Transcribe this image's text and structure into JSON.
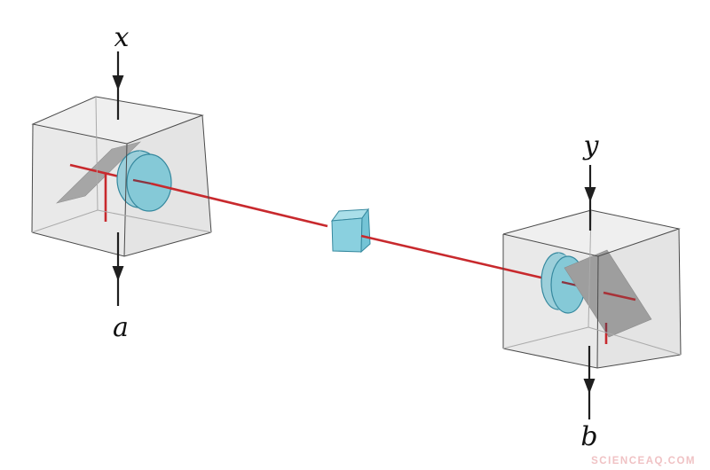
{
  "figure": {
    "kind": "two-analyzer entanglement experiment diagram",
    "labels": {
      "left_input": "x",
      "left_output": "a",
      "right_input": "y",
      "right_output": "b"
    },
    "watermark": "SCIENCEAQ.COM",
    "components": {
      "left_box": "left analyzer box with tilted gray plate and cyan disc",
      "source": "cyan source cube emitting red beam",
      "right_box": "right analyzer box with cyan disc and tilted gray plate"
    },
    "colors": {
      "beam_red": "#c8292d",
      "beam_dark_red": "#8c3440",
      "device_cyan": "#85c9d7",
      "cyan_stroke": "#35889e",
      "box_fill": "#e9e9e9",
      "box_edge": "#4a4a4a",
      "plate_gray": "#9e9e9e",
      "arrow_black": "#1f1f1f",
      "watermark_pink": "#f0c2c4",
      "background": "#ffffff"
    }
  }
}
